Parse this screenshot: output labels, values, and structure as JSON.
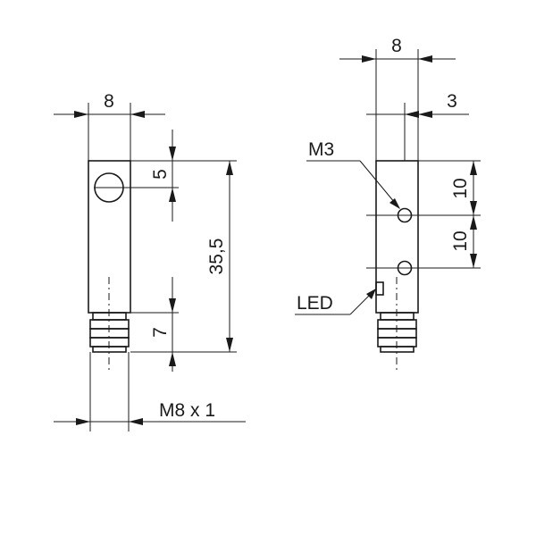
{
  "left_view": {
    "dim_width": "8",
    "dim_hole_offset": "5",
    "dim_length": "35,5",
    "dim_thread_length": "7",
    "dim_thread": "M8 x 1"
  },
  "right_view": {
    "dim_width": "8",
    "dim_offset": "3",
    "dim_hole_spacing_upper": "10",
    "dim_hole_spacing_lower": "10",
    "label_m3": "M3",
    "label_led": "LED"
  },
  "colors": {
    "stroke": "#1a1a1a",
    "background": "#ffffff"
  }
}
